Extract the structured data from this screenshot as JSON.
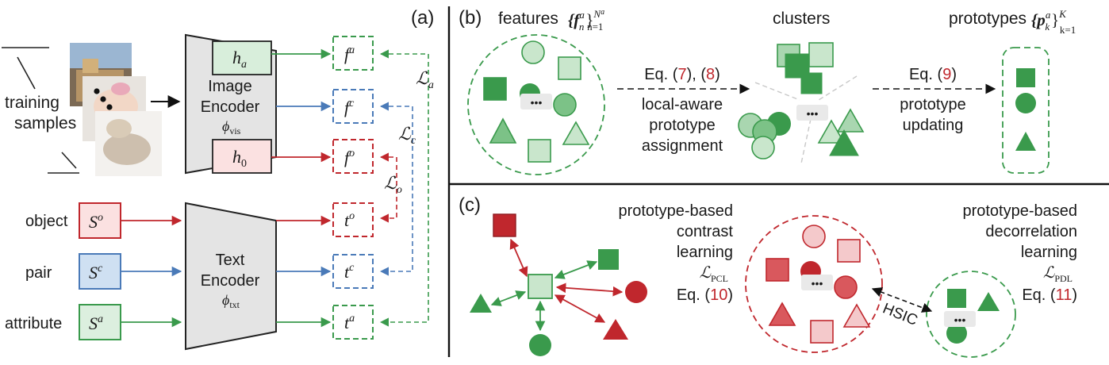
{
  "panel_a": {
    "label": "(a)",
    "training_samples": "training\nsamples",
    "image_encoder": {
      "line1": "Image",
      "line2": "Encoder",
      "sub": "ϕ",
      "sub_script": "vis"
    },
    "text_encoder": {
      "line1": "Text",
      "line2": "Encoder",
      "sub": "ϕ",
      "sub_script": "txt"
    },
    "h_a": {
      "base": "h",
      "sub": "a"
    },
    "h_0": {
      "base": "h",
      "sub": "0"
    },
    "f_a": {
      "base": "f",
      "sup": "a"
    },
    "f_c": {
      "base": "f",
      "sup": "c"
    },
    "f_o": {
      "base": "f",
      "sup": "o"
    },
    "t_o": {
      "base": "t",
      "sup": "o"
    },
    "t_c": {
      "base": "t",
      "sup": "c"
    },
    "t_a": {
      "base": "t",
      "sup": "a"
    },
    "L_a": {
      "base": "ℒ",
      "sub": "a"
    },
    "L_c": {
      "base": "ℒ",
      "sub": "c"
    },
    "L_o": {
      "base": "ℒ",
      "sub": "o"
    },
    "object_label": "object",
    "pair_label": "pair",
    "attribute_label": "attribute",
    "S_o": {
      "base": "S",
      "sup": "o"
    },
    "S_c": {
      "base": "S",
      "sup": "c"
    },
    "S_a": {
      "base": "S",
      "sup": "a"
    }
  },
  "panel_b": {
    "label": "(b)",
    "features_title": "features",
    "features_math": "{f",
    "features_sup": "a",
    "features_sub": "n",
    "features_close": "}",
    "features_range_sup": "N",
    "features_range_sup2": "a",
    "features_range_sub": "n=1",
    "clusters_title": "clusters",
    "prototypes_title": "prototypes",
    "prototypes_math": "{p",
    "prototypes_sup": "a",
    "prototypes_sub": "k",
    "prototypes_close": "}",
    "prototypes_range_sup": "K",
    "prototypes_range_sub": "k=1",
    "eq_left_prefix": "Eq. (",
    "eq_left_num1": "7",
    "eq_left_mid": "), (",
    "eq_left_num2": "8",
    "eq_left_suffix": ")",
    "step1_line1": "local-aware",
    "step1_line2": "prototype",
    "step1_line3": "assignment",
    "eq_right_prefix": "Eq. (",
    "eq_right_num": "9",
    "eq_right_suffix": ")",
    "step2_line1": "prototype",
    "step2_line2": "updating",
    "ellipsis": "•••"
  },
  "panel_c": {
    "label": "(c)",
    "pcl_line1": "prototype-based",
    "pcl_line2": "contrast",
    "pcl_line3": "learning",
    "pcl_loss_base": "ℒ",
    "pcl_loss_sub": "PCL",
    "pcl_eq_prefix": "Eq. (",
    "pcl_eq_num": "10",
    "pcl_eq_suffix": ")",
    "pdl_line1": "prototype-based",
    "pdl_line2": "decorrelation",
    "pdl_line3": "learning",
    "pdl_loss_base": "ℒ",
    "pdl_loss_sub": "PDL",
    "pdl_eq_prefix": "Eq. (",
    "pdl_eq_num": "11",
    "pdl_eq_suffix": ")",
    "hsic": "HSIC",
    "ellipsis": "•••"
  },
  "colors": {
    "green": "#3a9a4c",
    "green_light": "#c9e6cc",
    "green_mid": "#7cc287",
    "red": "#c0272d",
    "red_light": "#f4c9cb",
    "red_mid": "#d9585d",
    "blue": "#4a7ab8",
    "encoder_fill": "#e4e4e4",
    "h_a_fill": "#d8eedb",
    "h_0_fill": "#fbe1e1",
    "s_o_fill": "#fbe1e1",
    "s_c_fill": "#cfe0f2",
    "s_a_fill": "#dcefdf"
  }
}
